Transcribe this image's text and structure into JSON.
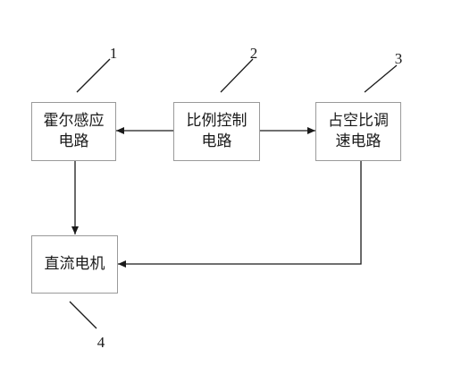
{
  "blocks": {
    "hall": {
      "label": "霍尔感应\n电路",
      "ref": "1"
    },
    "ratio": {
      "label": "比例控制\n电路",
      "ref": "2"
    },
    "pwm": {
      "label": "占空比调\n速电路",
      "ref": "3"
    },
    "motor": {
      "label": "直流电机",
      "ref": "4"
    }
  },
  "colors": {
    "line": "#1a1a1a",
    "box_border": "#9a9a9a"
  }
}
